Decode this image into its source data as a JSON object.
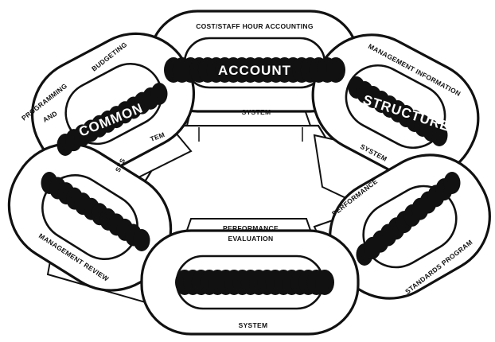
{
  "diagram": {
    "labels": {
      "cost_staff_hour_accounting": "COST/STAFF HOUR ACCOUNTING",
      "account": "ACCOUNT",
      "system_top": "SYSTEM",
      "management_information": "MANAGEMENT INFORMATION",
      "structure": "STRUCTURE",
      "system_right": "SYSTEM",
      "performance_right": "PERFORMANCE",
      "standards_program": "STANDARDS PROGRAM",
      "performance_evaluation_line1": "PERFORMANCE",
      "performance_evaluation_line2": "EVALUATION",
      "system_bottom": "SYSTEM",
      "management_review": "MANAGEMENT REVIEW",
      "sys": "SYS",
      "tem": "TEM",
      "common": "COMMON",
      "programming": "PROGRAMMING",
      "and": "AND",
      "budgeting": "BUDGETING"
    },
    "colors": {
      "ink": "#111111",
      "paper": "#ffffff"
    }
  }
}
